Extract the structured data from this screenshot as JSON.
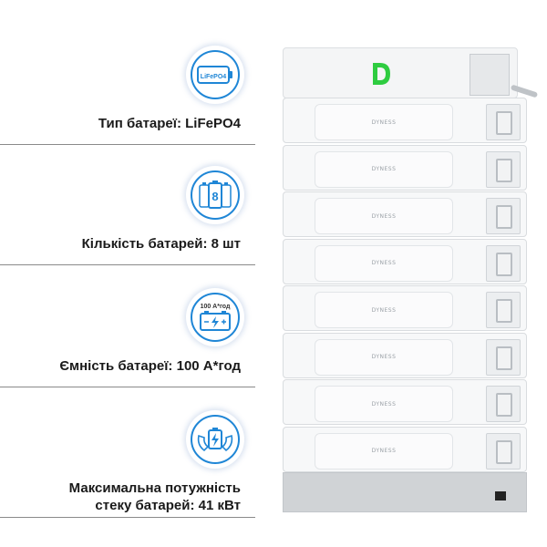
{
  "features": [
    {
      "icon": "lifepo4-battery-icon",
      "icon_text": "LiFePO4",
      "label": "Тип батареї: LiFePO4"
    },
    {
      "icon": "battery-count-icon",
      "icon_text": "8",
      "label": "Кількість батарей: 8 шт"
    },
    {
      "icon": "battery-capacity-icon",
      "icon_text": "100 А*год",
      "label": "Ємність батареї: 100 А*год"
    },
    {
      "icon": "power-hands-icon",
      "icon_text": "",
      "label_line1": "Максимальна потужність",
      "label_line2": "стеку батарей: 41 кВт"
    }
  ],
  "product": {
    "logo": "D",
    "module_brand": "DYNESS",
    "module_count": 8
  },
  "colors": {
    "accent_blue": "#1f86d6",
    "logo_green": "#2ecc40"
  }
}
